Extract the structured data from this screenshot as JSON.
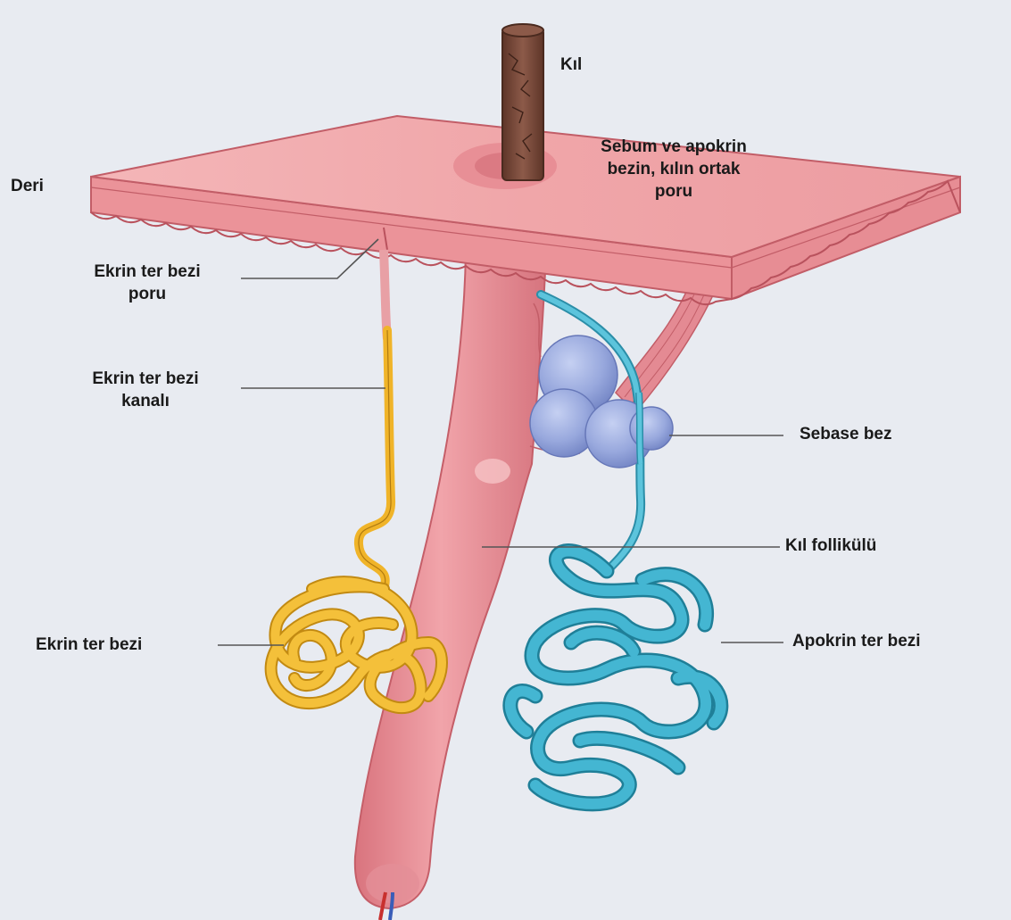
{
  "labels": {
    "kil": "Kıl",
    "sebum_line1": "Sebum ve apokrin",
    "sebum_line2": "bezin, kılın ortak",
    "sebum_line3": "poru",
    "deri": "Deri",
    "ekrin_poru_line1": "Ekrin ter bezi",
    "ekrin_poru_line2": "poru",
    "ekrin_kanali_line1": "Ekrin ter bezi",
    "ekrin_kanali_line2": "kanalı",
    "sebase_bez": "Sebase bez",
    "kil_follikulu": "Kıl follikülü",
    "ekrin_ter_bezi": "Ekrin ter bezi",
    "apokrin_ter_bezi": "Apokrin ter bezi"
  },
  "colors": {
    "background": "#e8ebf1",
    "skin": "#eea3a6",
    "skin_dark": "#d97f86",
    "follicle": "#e58d94",
    "hair": "#7a4a3c",
    "eccrine": "#f0b429",
    "apocrine": "#3fb0cc",
    "sebaceous": "#95a6dc",
    "leader_line": "#555555"
  }
}
